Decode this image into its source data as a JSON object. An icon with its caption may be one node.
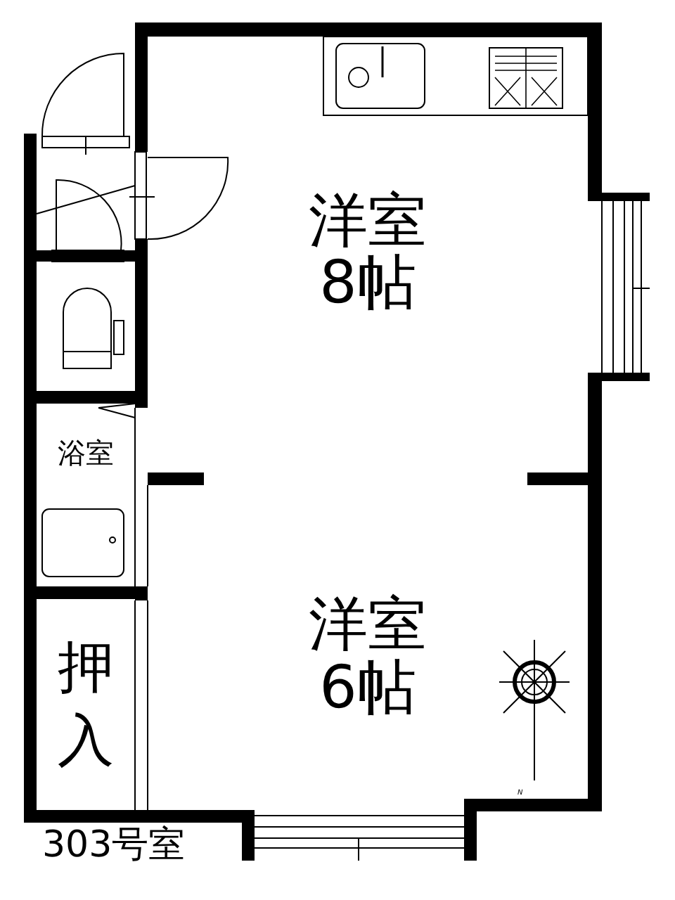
{
  "diagram": {
    "nodes": [
      {
        "text": [
          "洋室",
          "8帖"
        ]
      },
      {
        "text": [
          "洋室",
          "6帖"
        ]
      },
      {
        "text": [
          "浴室"
        ]
      },
      {
        "text": [
          "押入"
        ]
      }
    ],
    "labels": [
      "303号室",
      "N"
    ]
  }
}
